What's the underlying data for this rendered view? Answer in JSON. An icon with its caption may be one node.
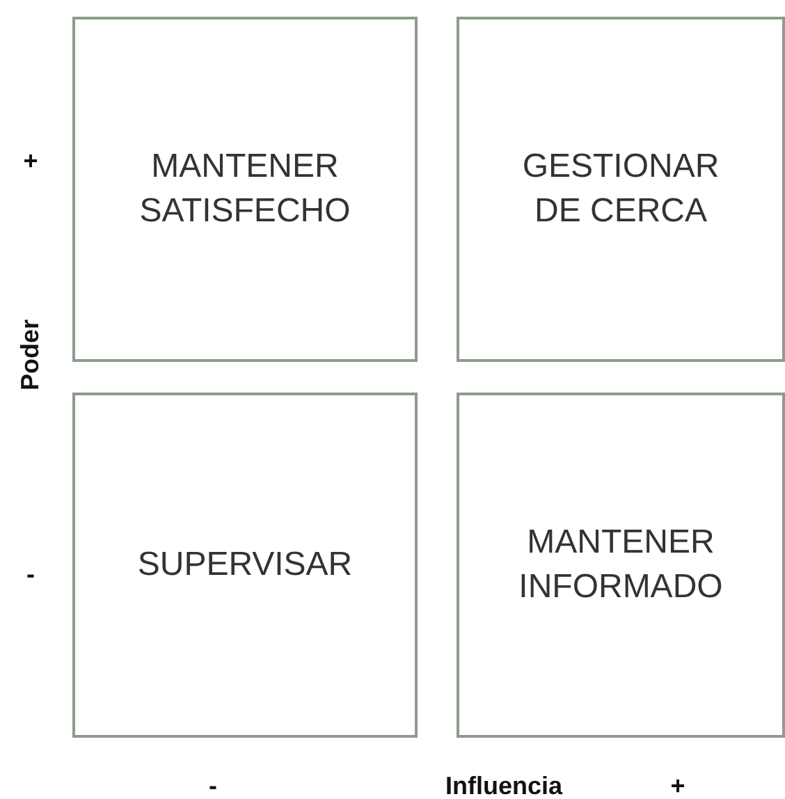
{
  "diagram": {
    "nodes": [
      {
        "text": [
          "MANTENER SATISFECHO"
        ]
      },
      {
        "text": [
          "GESTIONAR DE CERCA"
        ]
      },
      {
        "text": [
          "SUPERVISAR"
        ]
      },
      {
        "text": [
          "MANTENER INFORMADO"
        ]
      }
    ],
    "labels": [
      "+",
      "Poder",
      "-",
      "-",
      "Influencia",
      "+"
    ]
  }
}
